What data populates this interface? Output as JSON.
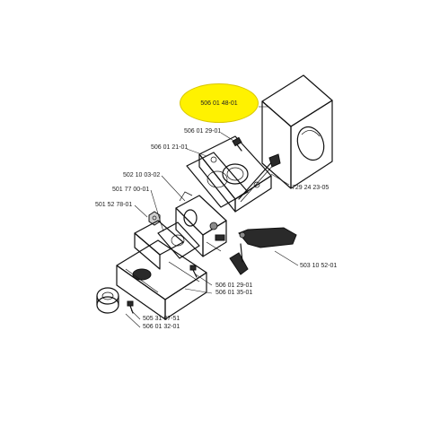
{
  "highlight_color": "#fff200",
  "highlight": {
    "part": "506 01 48-01"
  },
  "labels": {
    "p1": "506 01 29-01",
    "p2": "506 01 21-01",
    "p3": "502 10 03-02",
    "p4": "501 77 00-01",
    "p5": "501 52 78-01",
    "p6": "729 24 23-05",
    "p7": "503 10 52-01",
    "p8": "506 01 29-01",
    "p9": "506 01 35-01",
    "p10": "505 31 07-51",
    "p11": "506 01 32-01"
  }
}
